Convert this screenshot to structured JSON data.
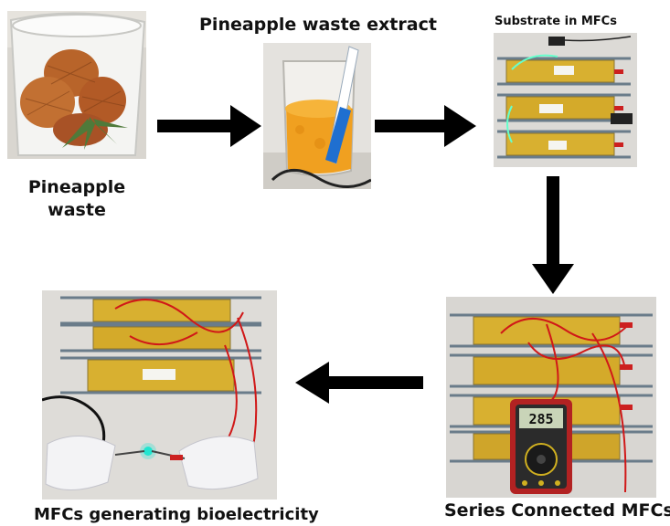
{
  "labels": {
    "waste": "Pineapple waste",
    "extract": "Pineapple waste extract",
    "substrate": "Substrate in MFCs",
    "series": "Series Connected MFCs",
    "generating": "MFCs generating bioelectricity"
  },
  "multimeter": {
    "reading": "285"
  },
  "colors": {
    "arrow": "#000000",
    "extract": "#f0a020",
    "wire_red": "#d01818",
    "cell_yellow": "#d8b030",
    "multimeter_body": "#b22222"
  }
}
